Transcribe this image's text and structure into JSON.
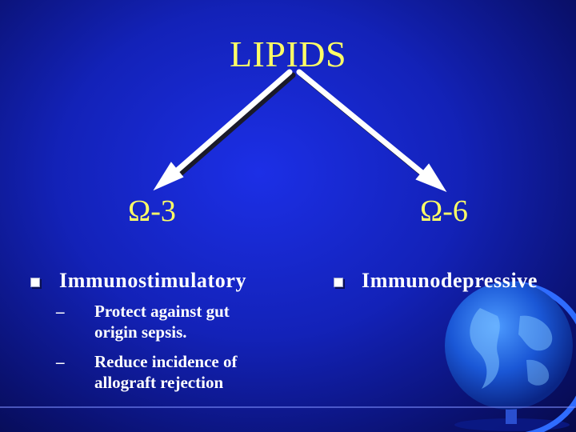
{
  "title": "LIPIDS",
  "left": {
    "heading": "Ω-3",
    "bullet": "Immunostimulatory",
    "subitems": [
      {
        "dash": "–",
        "text": "Protect against gut origin sepsis."
      },
      {
        "dash": "–",
        "text": "Reduce incidence of allograft rejection"
      }
    ]
  },
  "right": {
    "heading": "Ω-6",
    "bullet": "Immunodepressive"
  },
  "colors": {
    "title": "#ffff66",
    "arrow": "#ffffff",
    "text": "#ffffff",
    "background": "#1322b8"
  },
  "icons": {
    "decoration": "globe-icon",
    "bullet": "square-bullet-icon",
    "connectors": "arrow-icon"
  }
}
